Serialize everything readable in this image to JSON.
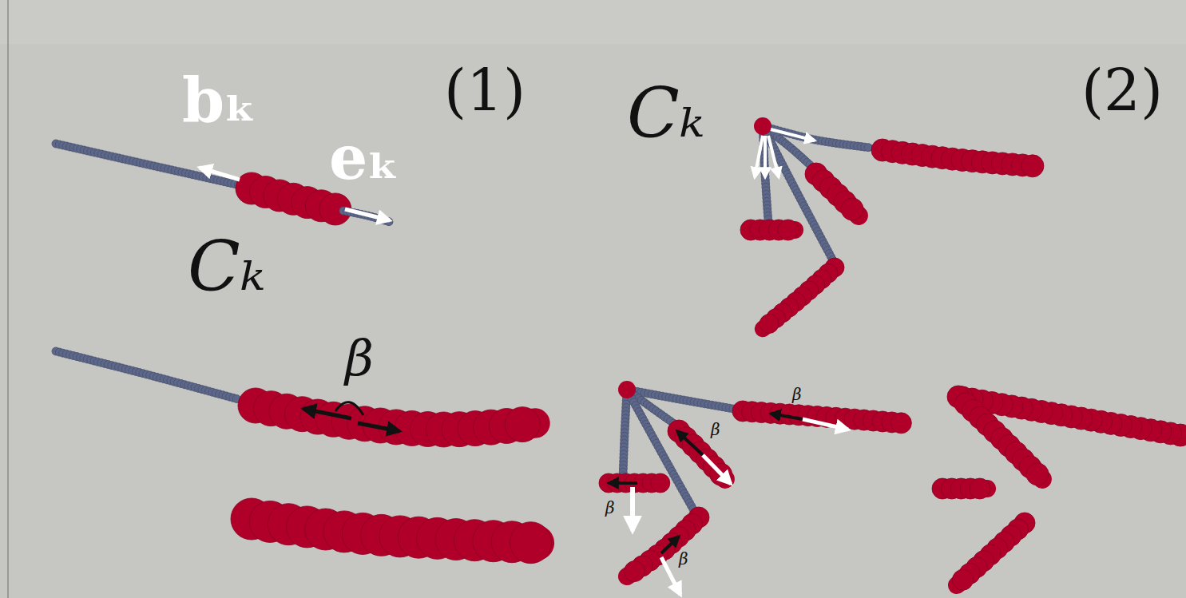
{
  "diagram": {
    "labels": [
      "bₖ",
      "(1)",
      "Cₖ",
      "(2)",
      "eₖ",
      "Cₖ",
      "β",
      "β",
      "β",
      "β",
      "β"
    ]
  }
}
